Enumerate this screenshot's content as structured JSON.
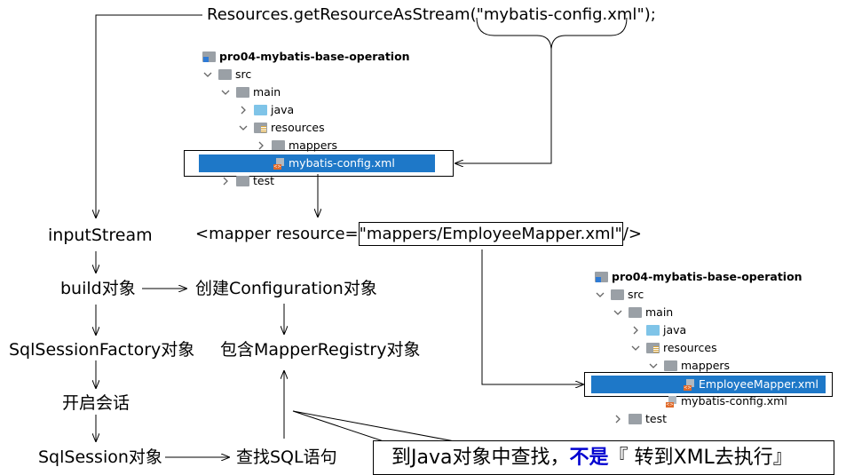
{
  "header_code": {
    "prefix": "Resources.getResourceAsStream(",
    "arg": "\"mybatis-config.xml\"",
    "suffix": ");"
  },
  "tree_top": {
    "project": "pro04-mybatis-base-operation",
    "src": "src",
    "main": "main",
    "java": "java",
    "resources": "resources",
    "mappers": "mappers",
    "config": "mybatis-config.xml",
    "test": "test"
  },
  "mapper_tag": {
    "prefix": "<mapper resource=",
    "value": "\"mappers/EmployeeMapper.xml\"",
    "suffix": "/>"
  },
  "tree_bottom": {
    "project": "pro04-mybatis-base-operation",
    "src": "src",
    "main": "main",
    "java": "java",
    "resources": "resources",
    "mappers": "mappers",
    "employee_mapper": "EmployeeMapper.xml",
    "config": "mybatis-config.xml",
    "test": "test"
  },
  "flow": {
    "input_stream": "inputStream",
    "build": "build对象",
    "create_config": "创建Configuration对象",
    "factory": "SqlSessionFactory对象",
    "registry": "包含MapperRegistry对象",
    "open_session": "开启会话",
    "session": "SqlSession对象",
    "find_sql": "查找SQL语句"
  },
  "callout": {
    "text_a": "到Java对象中查找，",
    "text_b": "不是",
    "text_c": "『 转到XML去执行』"
  },
  "colors": {
    "selection": "#1e78c8",
    "emphasis": "#0000d0",
    "xml_icon": "#e06a2a"
  }
}
